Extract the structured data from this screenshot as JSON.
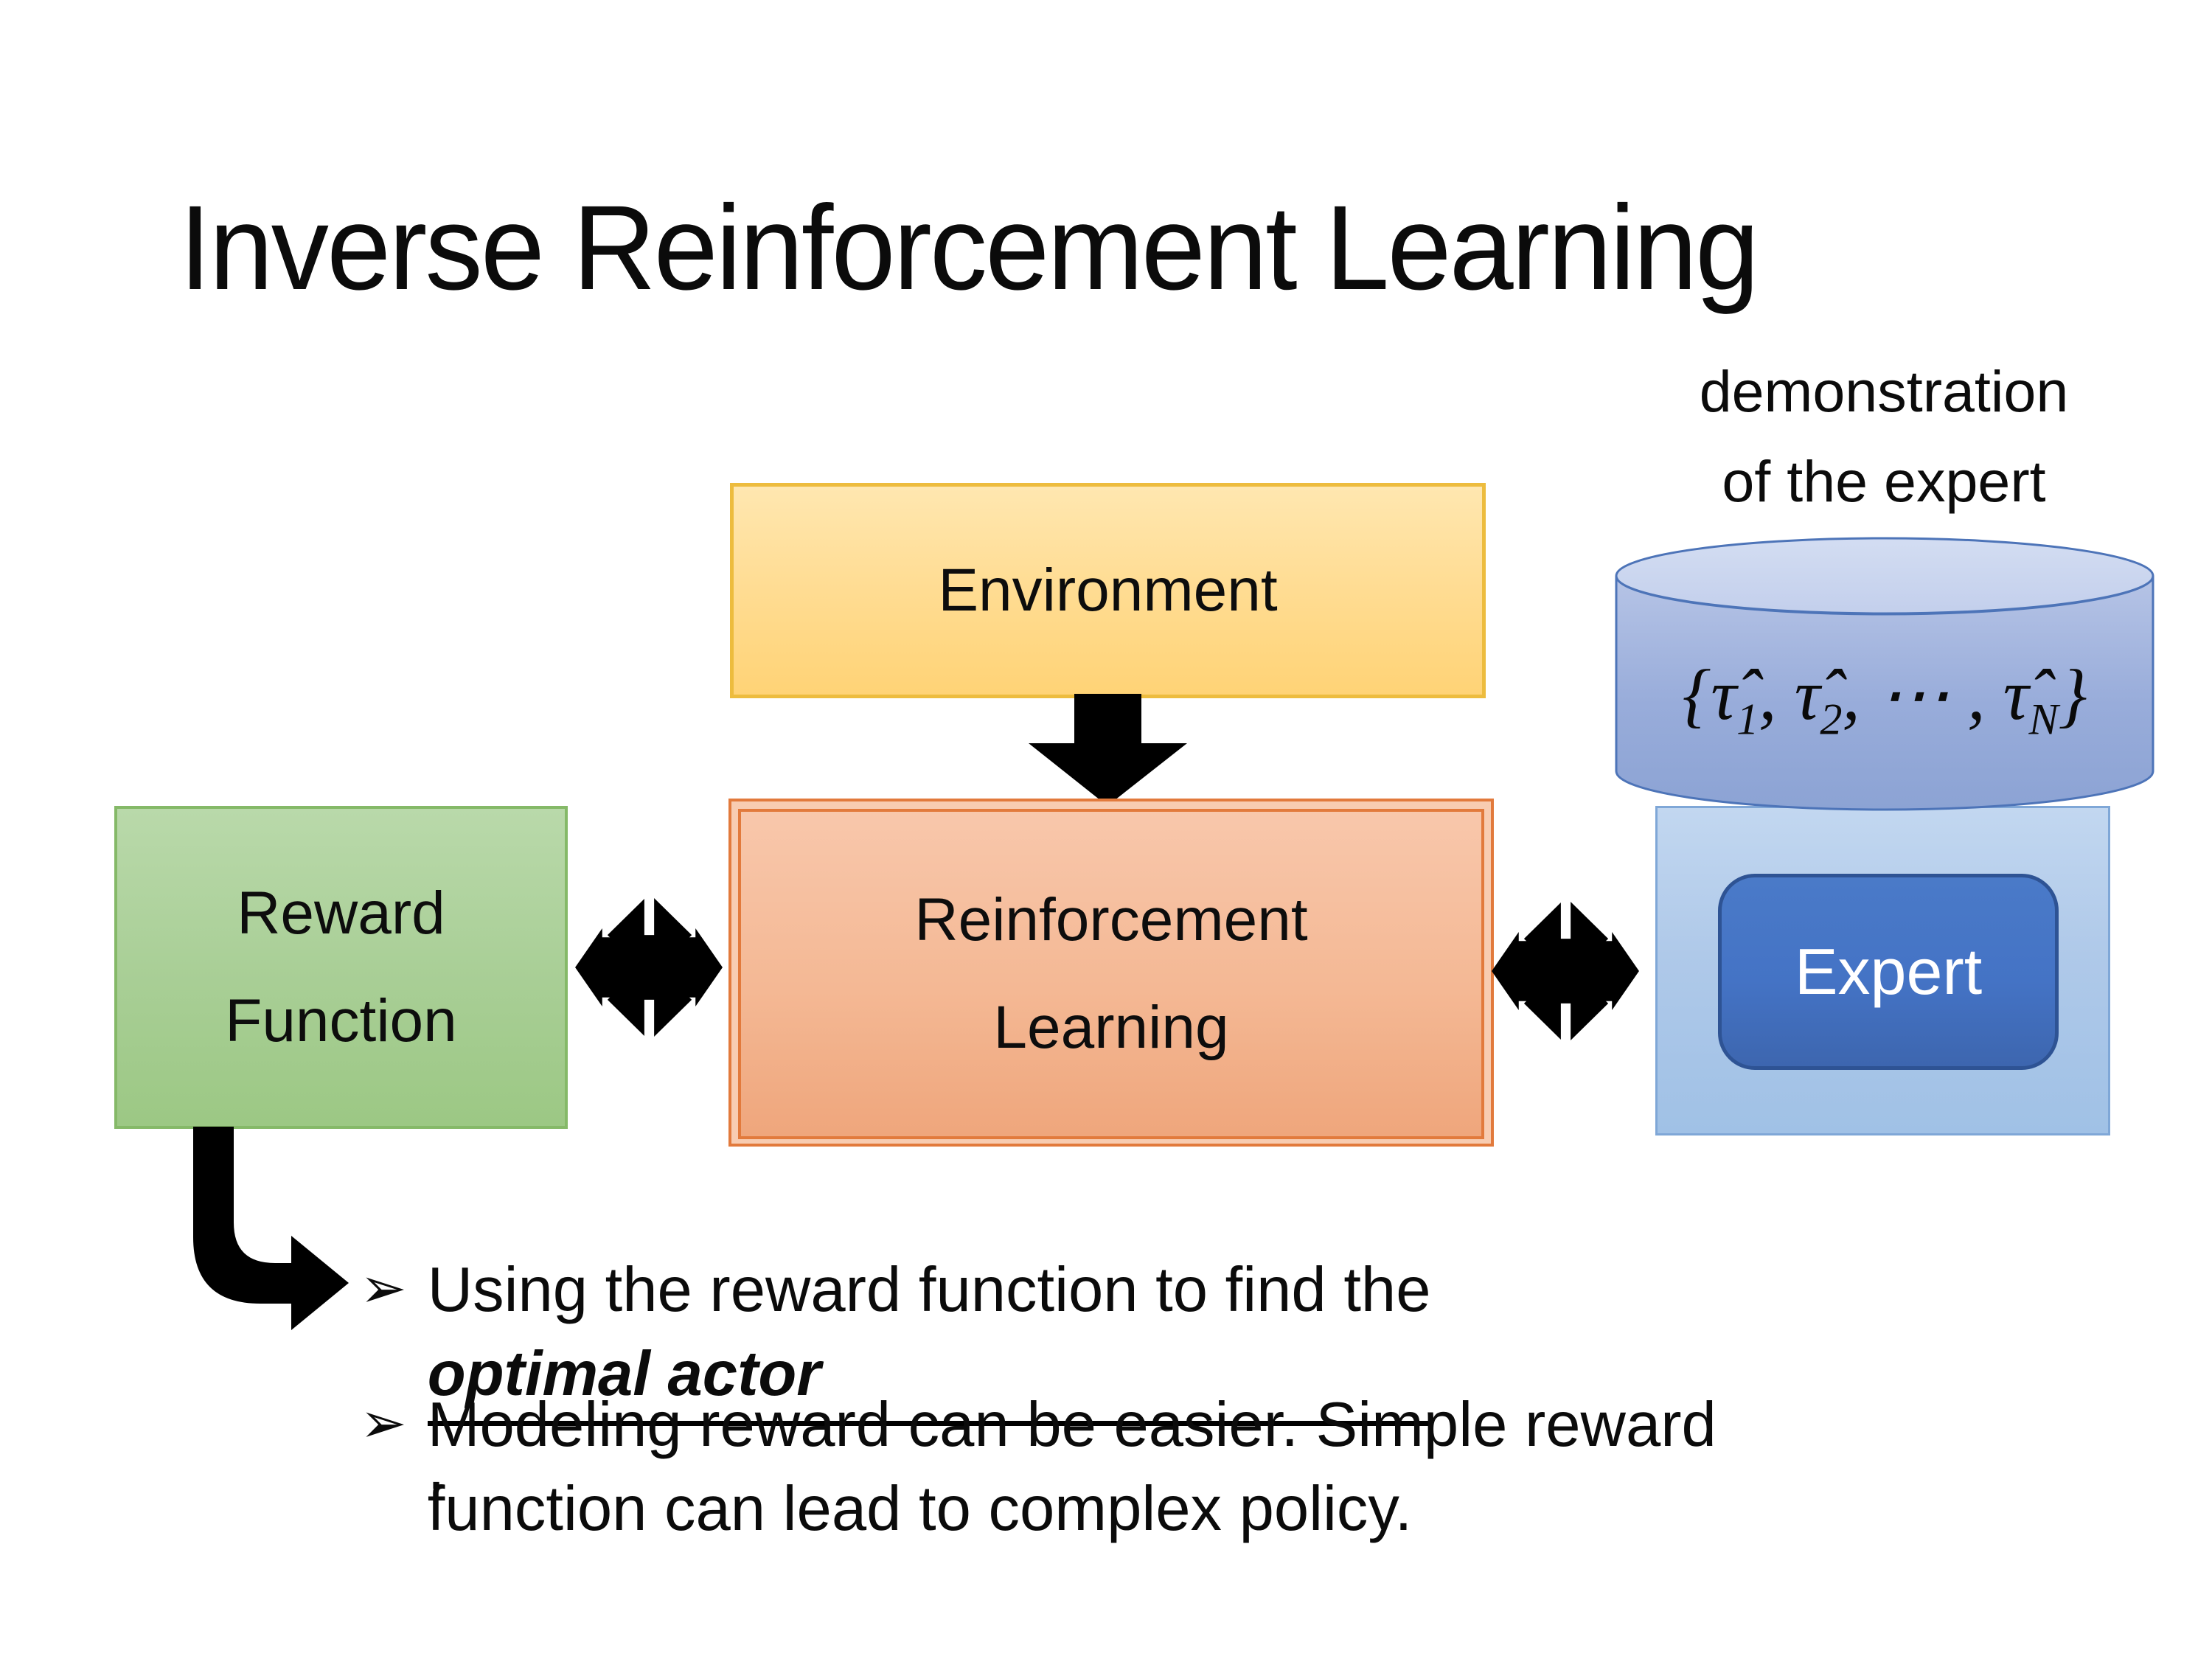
{
  "slide": {
    "title": "Inverse Reinforcement Learning"
  },
  "labels": {
    "demonstration_line1": "demonstration",
    "demonstration_line2": "of the expert"
  },
  "boxes": {
    "environment": "Environment",
    "reward_line1": "Reward",
    "reward_line2": "Function",
    "rl_line1": "Reinforcement",
    "rl_line2": "Learning",
    "expert": "Expert"
  },
  "formula": {
    "part1": "{τ̂",
    "sub1": "1",
    "part2": ", τ̂",
    "sub2": "2",
    "part3": ", ⋯ , τ̂",
    "subN": "N",
    "part4": "}"
  },
  "bullets": {
    "marker": "➢",
    "item1_prefix": "Using the reward function to find the ",
    "item1_emphasis": "optimal actor",
    "item1_suffix": ".",
    "item2_line1": "Modeling reward can be easier. Simple reward",
    "item2_line2": "function can lead to complex policy."
  },
  "icons": {
    "down_arrow": "down-arrow-icon",
    "double_arrow_left": "double-arrow-icon",
    "double_arrow_right": "double-arrow-icon",
    "bent_arrow": "bent-arrow-icon",
    "database": "database-cylinder-icon"
  },
  "colors": {
    "environment_fill_top": "#FFE7B0",
    "environment_fill_bottom": "#FFD376",
    "environment_border": "#EDBC3E",
    "reward_fill_top": "#B9D9AA",
    "reward_fill_bottom": "#9CC884",
    "reward_border": "#85B968",
    "rl_fill_top": "#F8C7AB",
    "rl_fill_bottom": "#EFA67C",
    "rl_border": "#E27A3C",
    "expert_panel_fill_top": "#C2D7F0",
    "expert_panel_fill_bottom": "#A0C1E6",
    "expert_panel_border": "#7FA7D7",
    "expert_fill": "#4473C5",
    "expert_border": "#2E5394",
    "expert_text": "#FFFFFF",
    "cylinder_fill_top": "#CBD6EF",
    "cylinder_fill_bottom": "#8CA3D4",
    "cylinder_border": "#4D74B8",
    "arrow_color": "#000000"
  }
}
